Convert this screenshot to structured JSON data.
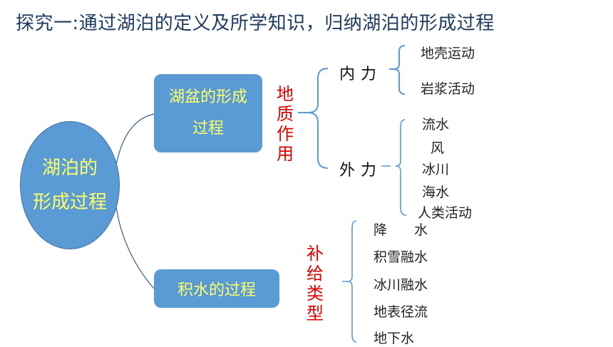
{
  "title": "探究一:通过湖泊的定义及所学知识，归纳湖泊的形成过程",
  "root": {
    "line1": "湖泊的",
    "line2": "形成过程"
  },
  "basin": {
    "line1": "湖盆的形成",
    "line2": "过程",
    "category_chars": [
      "地",
      "质",
      "作",
      "用"
    ]
  },
  "water": {
    "label": "积水的过程",
    "category_chars": [
      "补",
      "给",
      "类",
      "型"
    ]
  },
  "internal": {
    "label": "内力",
    "items": [
      "地壳运动",
      "岩浆活动"
    ]
  },
  "external": {
    "label": "外力",
    "items": [
      "流水",
      "风",
      "冰川",
      "海水",
      "人类活动"
    ]
  },
  "supply_items": [
    "降　　水",
    "积雪融水",
    "冰川融水",
    "地表径流",
    "地下水"
  ],
  "colors": {
    "node_fill": "#5b9bd5",
    "node_text": "#ffff66",
    "category_text": "#e00000",
    "title": "#1f3a5f"
  }
}
